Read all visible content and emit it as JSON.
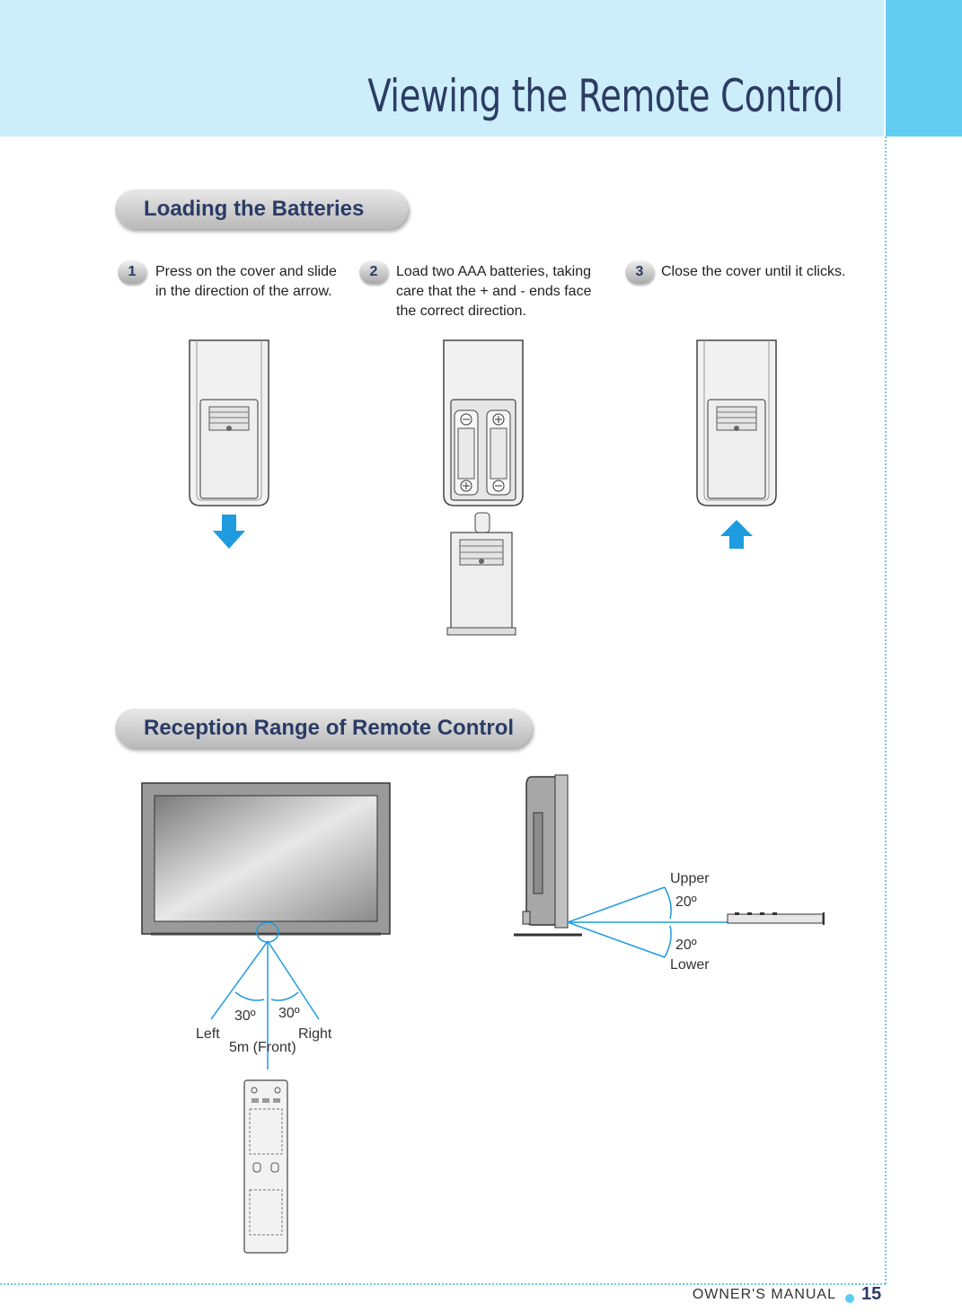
{
  "header": {
    "title": "Viewing the Remote Control"
  },
  "sections": {
    "batteries": {
      "heading": "Loading the Batteries",
      "steps": [
        {
          "number": "1",
          "text_line1": "Press on the cover and slide",
          "text_line2": "in the direction of the arrow.",
          "text_line3": ""
        },
        {
          "number": "2",
          "text_line1": "Load two AAA batteries, taking",
          "text_line2": "care that the + and - ends face",
          "text_line3": "the correct direction."
        },
        {
          "number": "3",
          "text_line1": "Close the cover until it clicks.",
          "text_line2": "",
          "text_line3": ""
        }
      ]
    },
    "reception": {
      "heading": "Reception Range of Remote Control",
      "front_view": {
        "left_label": "Left",
        "right_label": "Right",
        "left_angle": "30º",
        "right_angle": "30º",
        "distance_label": "5m (Front)"
      },
      "side_view": {
        "upper_label": "Upper",
        "lower_label": "Lower",
        "upper_angle": "20º",
        "lower_angle": "20º"
      }
    }
  },
  "footer": {
    "manual_label": "OWNER'S MANUAL",
    "page_number": "15"
  },
  "colors": {
    "header_bg": "#cbeefa",
    "header_tab": "#62cdf1",
    "accent_arrow": "#1f9be0",
    "title_text": "#2c3c64"
  }
}
